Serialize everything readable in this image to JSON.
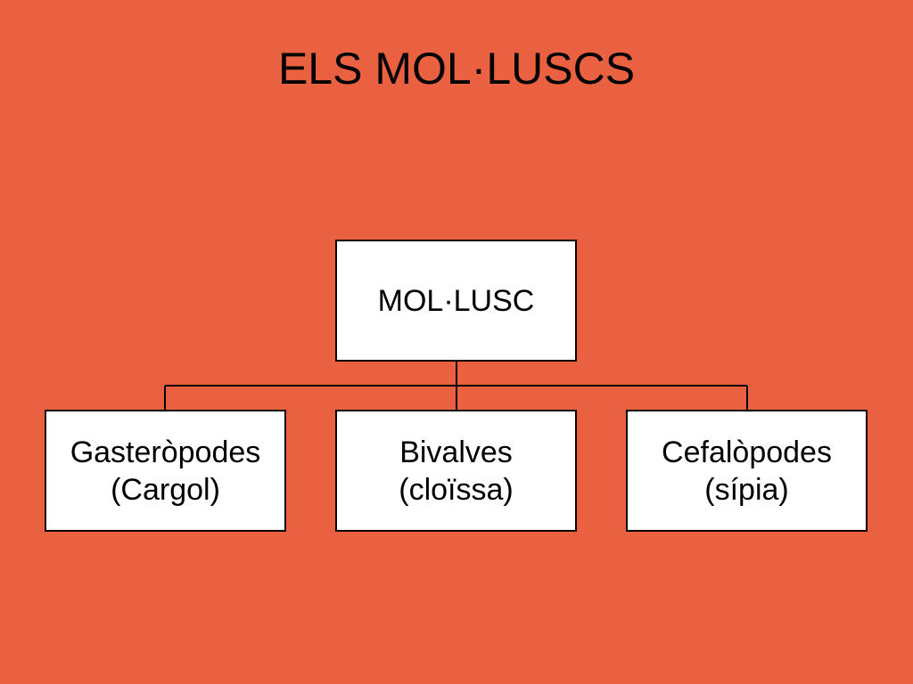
{
  "title": "ELS MOL·LUSCS",
  "diagram": {
    "root": {
      "label": "MOL·LUSC"
    },
    "children": [
      {
        "name": "Gasteròpodes",
        "example": "(Cargol)"
      },
      {
        "name": "Bivalves",
        "example": "(cloïssa)"
      },
      {
        "name": "Cefalòpodes",
        "example": "(sípia)"
      }
    ]
  },
  "colors": {
    "background": "#e96141",
    "box_fill": "#ffffff",
    "box_border": "#000000",
    "text": "#000000"
  }
}
